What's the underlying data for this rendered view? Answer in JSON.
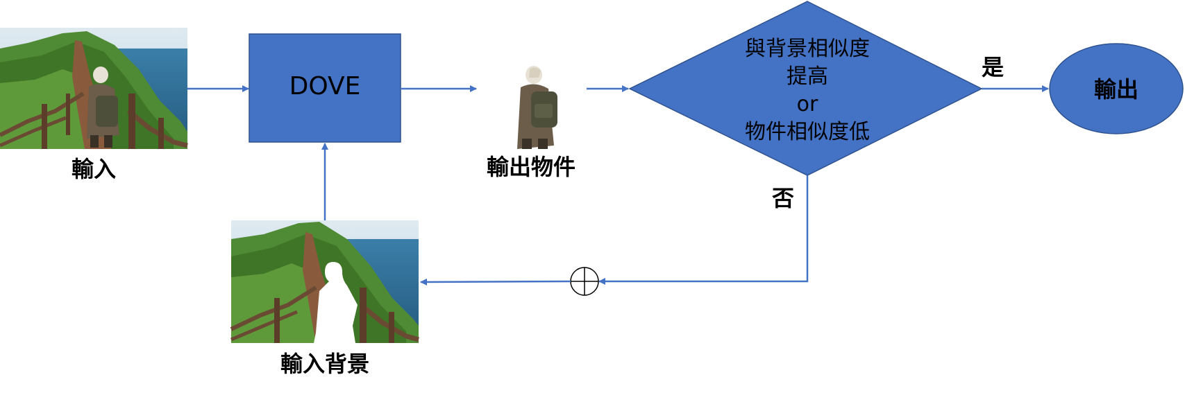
{
  "nodes": {
    "input_label": "輸入",
    "dove_label": "DOVE",
    "output_object_label": "輸出物件",
    "decision_lines": [
      "與背景相似度",
      "提高",
      "or",
      "物件相似度低"
    ],
    "output_label": "輸出",
    "input_background_label": "輸入背景"
  },
  "edges": {
    "yes_label": "是",
    "no_label": "否"
  },
  "colors": {
    "node_fill": "#4472C4",
    "node_stroke": "#2F528F",
    "arrow": "#4472C4",
    "sky": "#cfe3ee",
    "sea": "#2f6f9a",
    "hill": "#4f8a34",
    "rail": "#6b4a33"
  },
  "icons": {
    "combine_node": "circle-plus-icon",
    "person": "hiker-with-backpack"
  }
}
